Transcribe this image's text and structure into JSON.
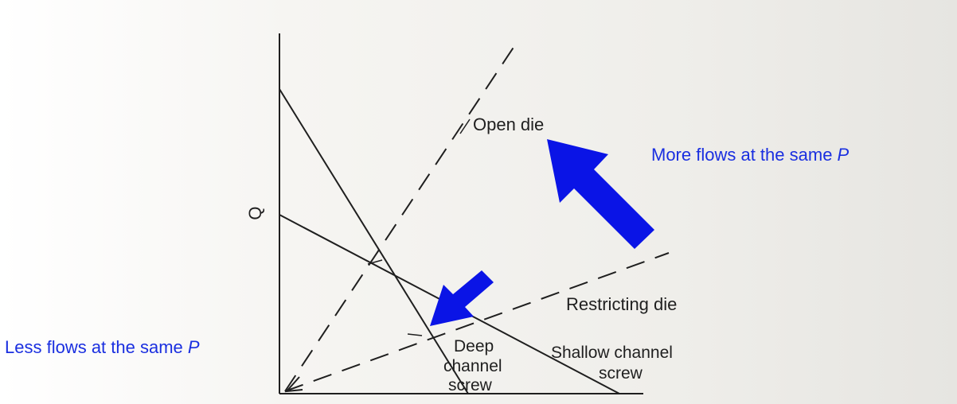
{
  "axis": {
    "y_label": "Q"
  },
  "curves": {
    "open_die": "Open die",
    "restricting_die": "Restricting die",
    "deep_channel": [
      "Deep",
      "channel",
      "screw"
    ],
    "shallow_channel": [
      "Shallow channel",
      "screw"
    ]
  },
  "annotations": {
    "more_flows": "More flows at the same ",
    "less_flows": "Less flows at the same ",
    "variable": "P"
  },
  "colors": {
    "annotation": "#1a2fe0",
    "arrow": "#0a14e6",
    "ink": "#1f1f1f"
  }
}
